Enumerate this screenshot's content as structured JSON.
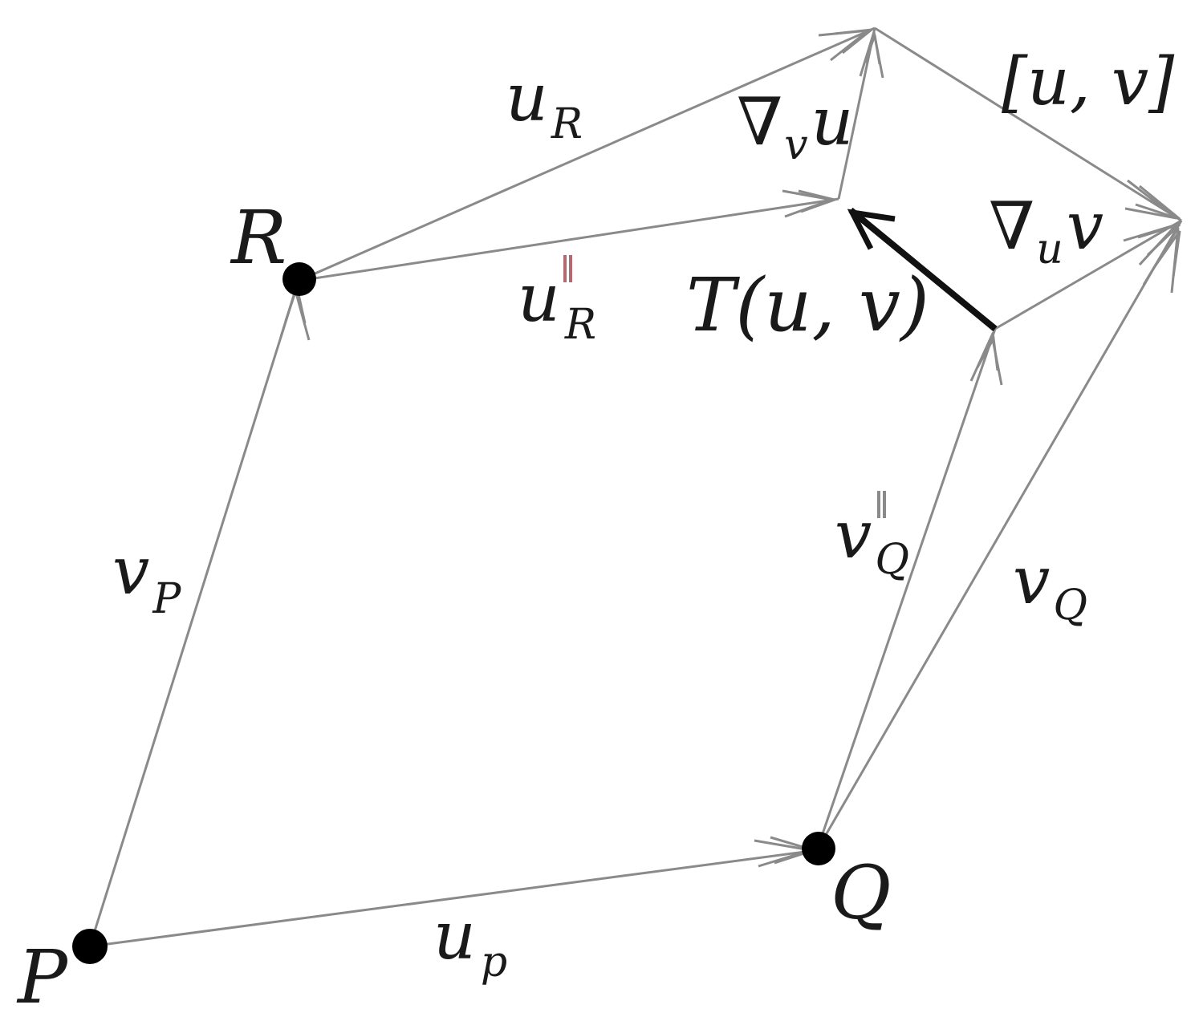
{
  "points": {
    "P": "P",
    "Q": "Q",
    "R": "R"
  },
  "labels": {
    "u_p": {
      "base": "u",
      "sub": "p"
    },
    "v_p": {
      "base": "v",
      "sub": "P"
    },
    "u_R": {
      "base": "u",
      "sub": "R"
    },
    "u_R_par": {
      "base": "u",
      "sub": "R"
    },
    "v_Q": {
      "base": "v",
      "sub": "Q"
    },
    "v_Q_par": {
      "base": "v",
      "sub": "Q"
    },
    "nabla_v_u": {
      "op": "∇",
      "sub": "v",
      "base": "u"
    },
    "nabla_u_v": {
      "op": "∇",
      "sub": "u",
      "base": "v"
    },
    "torsion": "T(u, v)",
    "bracket": "[u, v]"
  },
  "colors": {
    "edge": "#8a8a8a",
    "bold_edge": "#111111",
    "parallel_mark": "#b06a74"
  }
}
